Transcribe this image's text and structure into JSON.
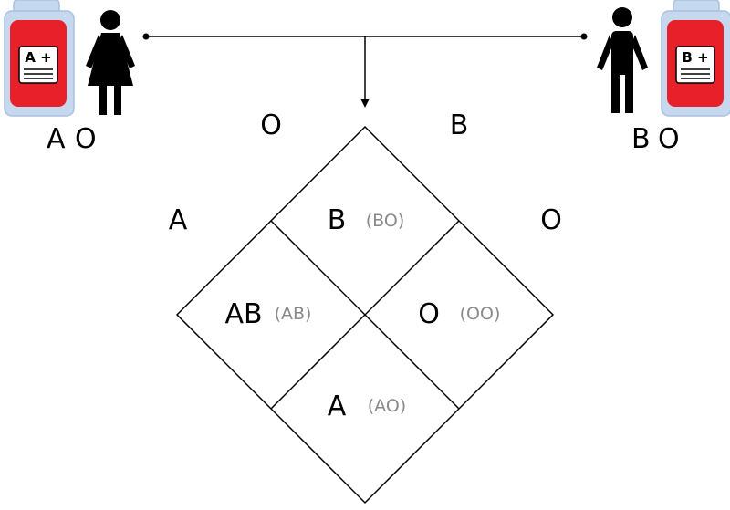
{
  "parents": {
    "mother": {
      "blood_bag_label": "A +",
      "genotype_left": "A",
      "genotype_right": "O",
      "alleles_top_row": "O",
      "alleles_side": "A"
    },
    "father": {
      "blood_bag_label": "B +",
      "genotype_left": "B",
      "genotype_right": "O",
      "alleles_top_row": "B",
      "alleles_side": "O"
    }
  },
  "colors": {
    "bag_fill": "#e8202a",
    "bag_outline": "#b8cfe8",
    "line": "#000000",
    "genotype_text": "#8a8a8a"
  },
  "punnett": {
    "top": {
      "phenotype": "B",
      "genotype": "(BO)"
    },
    "left": {
      "phenotype": "AB",
      "genotype": "(AB)"
    },
    "right": {
      "phenotype": "O",
      "genotype": "(OO)"
    },
    "bottom": {
      "phenotype": "A",
      "genotype": "(AO)"
    }
  },
  "icons": [
    "blood-bag-icon",
    "woman-icon",
    "man-icon",
    "arrow-down-icon"
  ]
}
